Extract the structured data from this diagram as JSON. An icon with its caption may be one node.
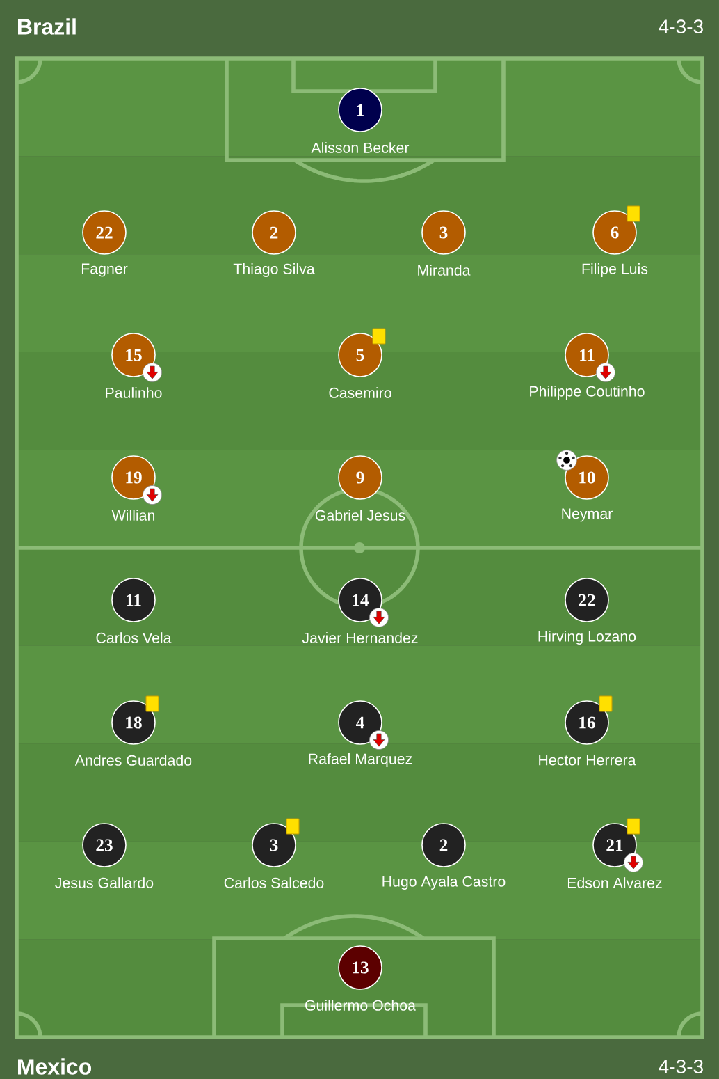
{
  "diagram": {
    "nodes": [
      {
        "text": [
          "1"
        ],
        "beside": [
          "Alisson Becker"
        ]
      },
      {
        "text": [
          "22"
        ],
        "beside": [
          "Fagner"
        ]
      },
      {
        "text": [
          "2"
        ],
        "beside": [
          "Thiago Silva"
        ]
      },
      {
        "text": [
          "3"
        ],
        "beside": [
          "Miranda"
        ]
      },
      {
        "text": [
          "6"
        ],
        "beside": [
          "Filipe Luis"
        ]
      },
      {
        "text": [
          "15"
        ],
        "beside": [
          "Paulinho"
        ]
      },
      {
        "text": [
          "5"
        ],
        "beside": [
          "Casemiro"
        ]
      },
      {
        "text": [
          "11"
        ],
        "beside": [
          "Philippe Coutinho"
        ]
      },
      {
        "text": [
          "19"
        ],
        "beside": [
          "Willian"
        ]
      },
      {
        "text": [
          "9"
        ],
        "beside": [
          "Gabriel Jesus"
        ]
      },
      {
        "text": [
          "10"
        ],
        "beside": [
          "Neymar"
        ]
      },
      {
        "text": [
          "11"
        ],
        "beside": [
          "Carlos Vela"
        ]
      },
      {
        "text": [
          "14"
        ],
        "beside": [
          "Javier Hernandez"
        ]
      },
      {
        "text": [
          "22"
        ],
        "beside": [
          "Hirving Lozano"
        ]
      },
      {
        "text": [
          "18"
        ],
        "beside": [
          "Andres Guardado"
        ]
      },
      {
        "text": [
          "4"
        ],
        "beside": [
          "Rafael Marquez"
        ]
      },
      {
        "text": [
          "16"
        ],
        "beside": [
          "Hector Herrera"
        ]
      },
      {
        "text": [
          "23"
        ],
        "beside": [
          "Jesus Gallardo"
        ]
      },
      {
        "text": [
          "3"
        ],
        "beside": [
          "Carlos Salcedo"
        ]
      },
      {
        "text": [
          "2"
        ],
        "beside": [
          "Hugo Ayala Castro"
        ]
      },
      {
        "text": [
          "21"
        ],
        "beside": [
          "Edson Alvarez"
        ]
      },
      {
        "text": [
          "13"
        ],
        "beside": [
          "Guillermo Ochoa"
        ]
      }
    ],
    "labels": [
      "Brazil",
      "4-3-3",
      "Mexico",
      "4-3-3"
    ]
  }
}
